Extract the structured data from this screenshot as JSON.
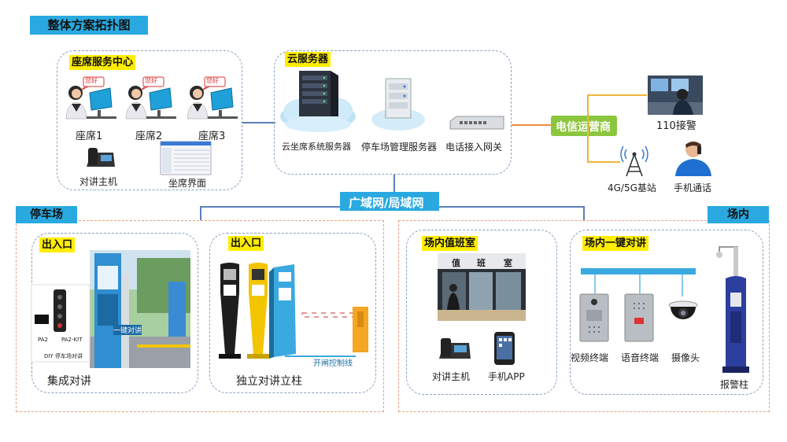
{
  "title": "整体方案拓扑图",
  "seat_center": {
    "heading": "座席服务中心",
    "bubble": "您好",
    "seats": [
      "座席1",
      "座席2",
      "座席3"
    ],
    "intercom_host": "对讲主机",
    "seat_ui": "坐席界面"
  },
  "cloud": {
    "heading": "云服务器",
    "items": [
      "云坐席系统服务器",
      "停车场管理服务器",
      "电话接入网关"
    ]
  },
  "telecom": {
    "label": "电信运营商",
    "items": [
      "110接警",
      "4G/5G基站",
      "手机通话"
    ]
  },
  "network": {
    "label": "广域网/局域网"
  },
  "parking": {
    "tag": "停车场",
    "entrance1": {
      "heading": "出入口",
      "caption": "集成对讲",
      "panel_labels": [
        "PA2",
        "PA2-KIT",
        "DIY 停车场对讲"
      ],
      "kiosk_text": "一键对讲"
    },
    "entrance2": {
      "heading": "出入口",
      "caption": "独立对讲立柱",
      "gate_line": "开闸控制线"
    }
  },
  "venue": {
    "tag": "场内",
    "duty_room": {
      "heading": "场内值班室",
      "window_text": [
        "值",
        "班",
        "室"
      ],
      "items": [
        "对讲主机",
        "手机APP"
      ]
    },
    "one_key": {
      "heading": "场内一键对讲",
      "items": [
        "视频终端",
        "语音终端",
        "摄像头",
        "报警柱"
      ]
    }
  },
  "colors": {
    "accent_blue": "#2aa9e0",
    "highlight_yellow": "#ffed00",
    "telecom_green": "#8cc63f",
    "dash_gray_blue": "#8aa0bf",
    "dash_orange": "#e8a27a"
  }
}
